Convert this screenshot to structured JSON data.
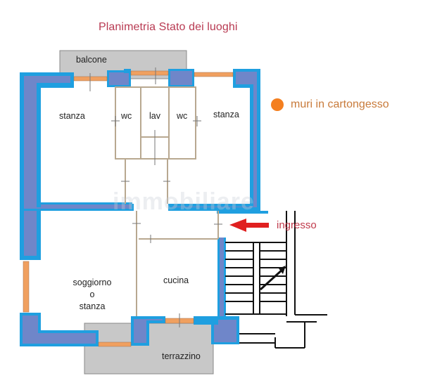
{
  "title": "Planimetria Stato dei luoghi",
  "legend": {
    "marker_color": "#f47f1f",
    "text": "muri in cartongesso"
  },
  "entrance": {
    "label": "ingresso",
    "arrow_color": "#e02020"
  },
  "watermark": "immobiliare",
  "colors": {
    "wall_outer": "#1f9fe0",
    "wall_inner": "#6f86c9",
    "window": "#f0a060",
    "outdoor": "#c8c8c8",
    "partition": "#b8a890",
    "title": "#b83a52"
  },
  "rooms": [
    {
      "id": "balcone",
      "label": "balcone"
    },
    {
      "id": "stanza-1",
      "label": "stanza"
    },
    {
      "id": "wc-1",
      "label": "wc"
    },
    {
      "id": "lav",
      "label": "lav"
    },
    {
      "id": "wc-2",
      "label": "wc"
    },
    {
      "id": "stanza-2",
      "label": "stanza"
    },
    {
      "id": "soggiorno",
      "label_lines": [
        "soggiorno",
        "o",
        "stanza"
      ]
    },
    {
      "id": "cucina",
      "label": "cucina"
    },
    {
      "id": "terrazzino",
      "label": "terrazzino"
    }
  ]
}
